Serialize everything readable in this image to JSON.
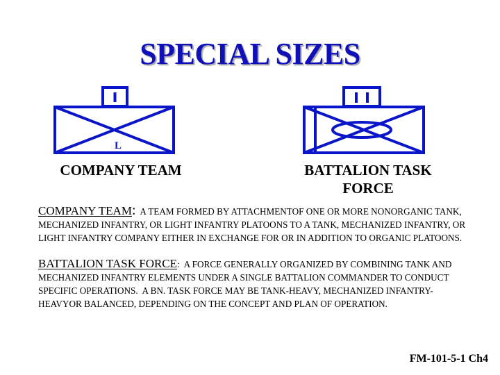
{
  "slide": {
    "title": "SPECIAL SIZES",
    "colors": {
      "title": "#1010b8",
      "symbol_stroke": "#0a14c8",
      "title_shadow": "#a9a9a9",
      "body_text": "#000000"
    }
  },
  "symbols": [
    {
      "id": "company-team",
      "size_indicator": "I",
      "unit_modifier": "L",
      "label": "COMPANY TEAM"
    },
    {
      "id": "battalion-task-force",
      "size_indicator": "I I",
      "label_line1": "BATTALION TASK",
      "label_line2": "FORCE"
    }
  ],
  "definitions": [
    {
      "term": "COMPANY TEAM",
      "separator": ":",
      "text": "  A TEAM FORMED BY ATTACHMENTOF ONE OR MORE NONORGANIC TANK,  MECHANIZED INFANTRY, OR LIGHT INFANTRY PLATOONS TO A TANK, MECHANIZED INFANTRY, OR LIGHT INFANTRY COMPANY EITHER IN EXCHANGE FOR OR IN ADDITION TO ORGANIC PLATOONS."
    },
    {
      "term": "BATTALION TASK FORCE",
      "separator": ":",
      "text": "  A FORCE GENERALLY ORGANIZED BY COMBINING TANK AND MECHANIZED INFANTRY ELEMENTS UNDER A SINGLE BATTALION COMMANDER TO CONDUCT SPECIFIC OPERATIONS.  A BN. TASK FORCE MAY BE TANK-HEAVY, MECHANIZED INFANTRY-HEAVYOR BALANCED, DEPENDING ON THE CONCEPT AND PLAN OF OPERATION."
    }
  ],
  "footer": {
    "reference": "FM-101-5-1 Ch4"
  }
}
